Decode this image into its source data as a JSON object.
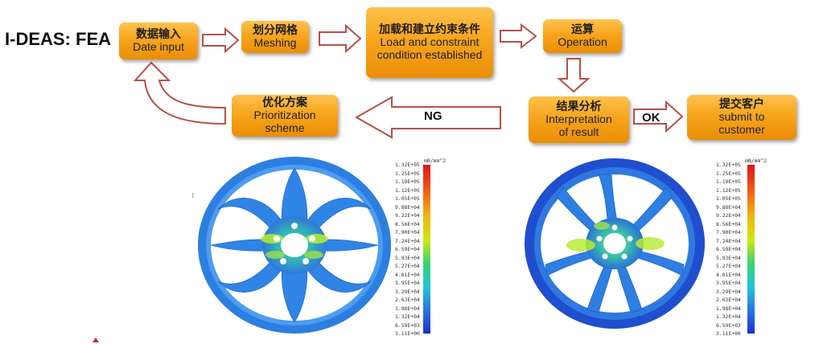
{
  "title": "I-DEAS: FEA",
  "steps": {
    "data_input": {
      "cn": "数据输入",
      "en": "Date input"
    },
    "meshing": {
      "cn": "划分网格",
      "en": "Meshing"
    },
    "load": {
      "cn": "加载和建立约束条件",
      "en1": "Load and constraint",
      "en2": "condition established"
    },
    "operation": {
      "cn": "运算",
      "en": "Operation"
    },
    "prioritization": {
      "cn": "优化方案",
      "en1": "Prioritization",
      "en2": "scheme"
    },
    "interpretation": {
      "cn": "结果分析",
      "en1": "Interpretation",
      "en2": "of result"
    },
    "submit": {
      "cn": "提交客户",
      "en1": "submit to",
      "en2": "customer"
    }
  },
  "arrow_labels": {
    "ng": "NG",
    "ok": "OK"
  },
  "colorbar": {
    "unit": "mN/mm^2",
    "ticks": [
      "1.32E+05",
      "1.25E+05",
      "1.19E+05",
      "1.12E+05",
      "1.05E+05",
      "9.88E+04",
      "9.22E+04",
      "8.56E+04",
      "7.90E+04",
      "7.24E+04",
      "6.59E+04",
      "5.93E+04",
      "5.27E+04",
      "4.61E+04",
      "3.95E+04",
      "3.29E+04",
      "2.63E+04",
      "1.98E+04",
      "1.32E+04",
      "6.59E+03",
      "3.11E+00"
    ]
  },
  "colors": {
    "box": "#f7a51d",
    "arrow_stroke": "#b5504a",
    "arrow_fill": "#ffffff"
  }
}
